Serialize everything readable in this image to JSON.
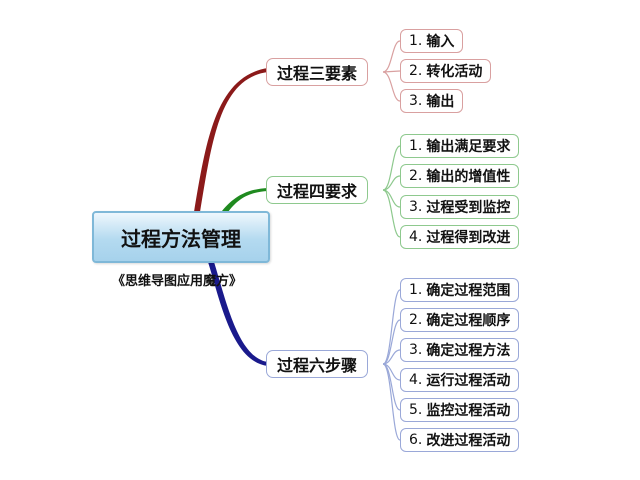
{
  "center": {
    "title": "过程方法管理",
    "caption": "《思维导图应用魔方》"
  },
  "branches": [
    {
      "label": "过程三要素",
      "color": "#8b1a1a",
      "items": [
        {
          "num": "1.",
          "text": "输入"
        },
        {
          "num": "2.",
          "text": "转化活动"
        },
        {
          "num": "3.",
          "text": "输出"
        }
      ]
    },
    {
      "label": "过程四要求",
      "color": "#1f8a1f",
      "items": [
        {
          "num": "1.",
          "text": "输出满足要求"
        },
        {
          "num": "2.",
          "text": "输出的增值性"
        },
        {
          "num": "3.",
          "text": "过程受到监控"
        },
        {
          "num": "4.",
          "text": "过程得到改进"
        }
      ]
    },
    {
      "label": "过程六步骤",
      "color": "#1a1a8c",
      "items": [
        {
          "num": "1.",
          "text": "确定过程范围"
        },
        {
          "num": "2.",
          "text": "确定过程顺序"
        },
        {
          "num": "3.",
          "text": "确定过程方法"
        },
        {
          "num": "4.",
          "text": "运行过程活动"
        },
        {
          "num": "5.",
          "text": "监控过程活动"
        },
        {
          "num": "6.",
          "text": "改进过程活动"
        }
      ]
    }
  ]
}
